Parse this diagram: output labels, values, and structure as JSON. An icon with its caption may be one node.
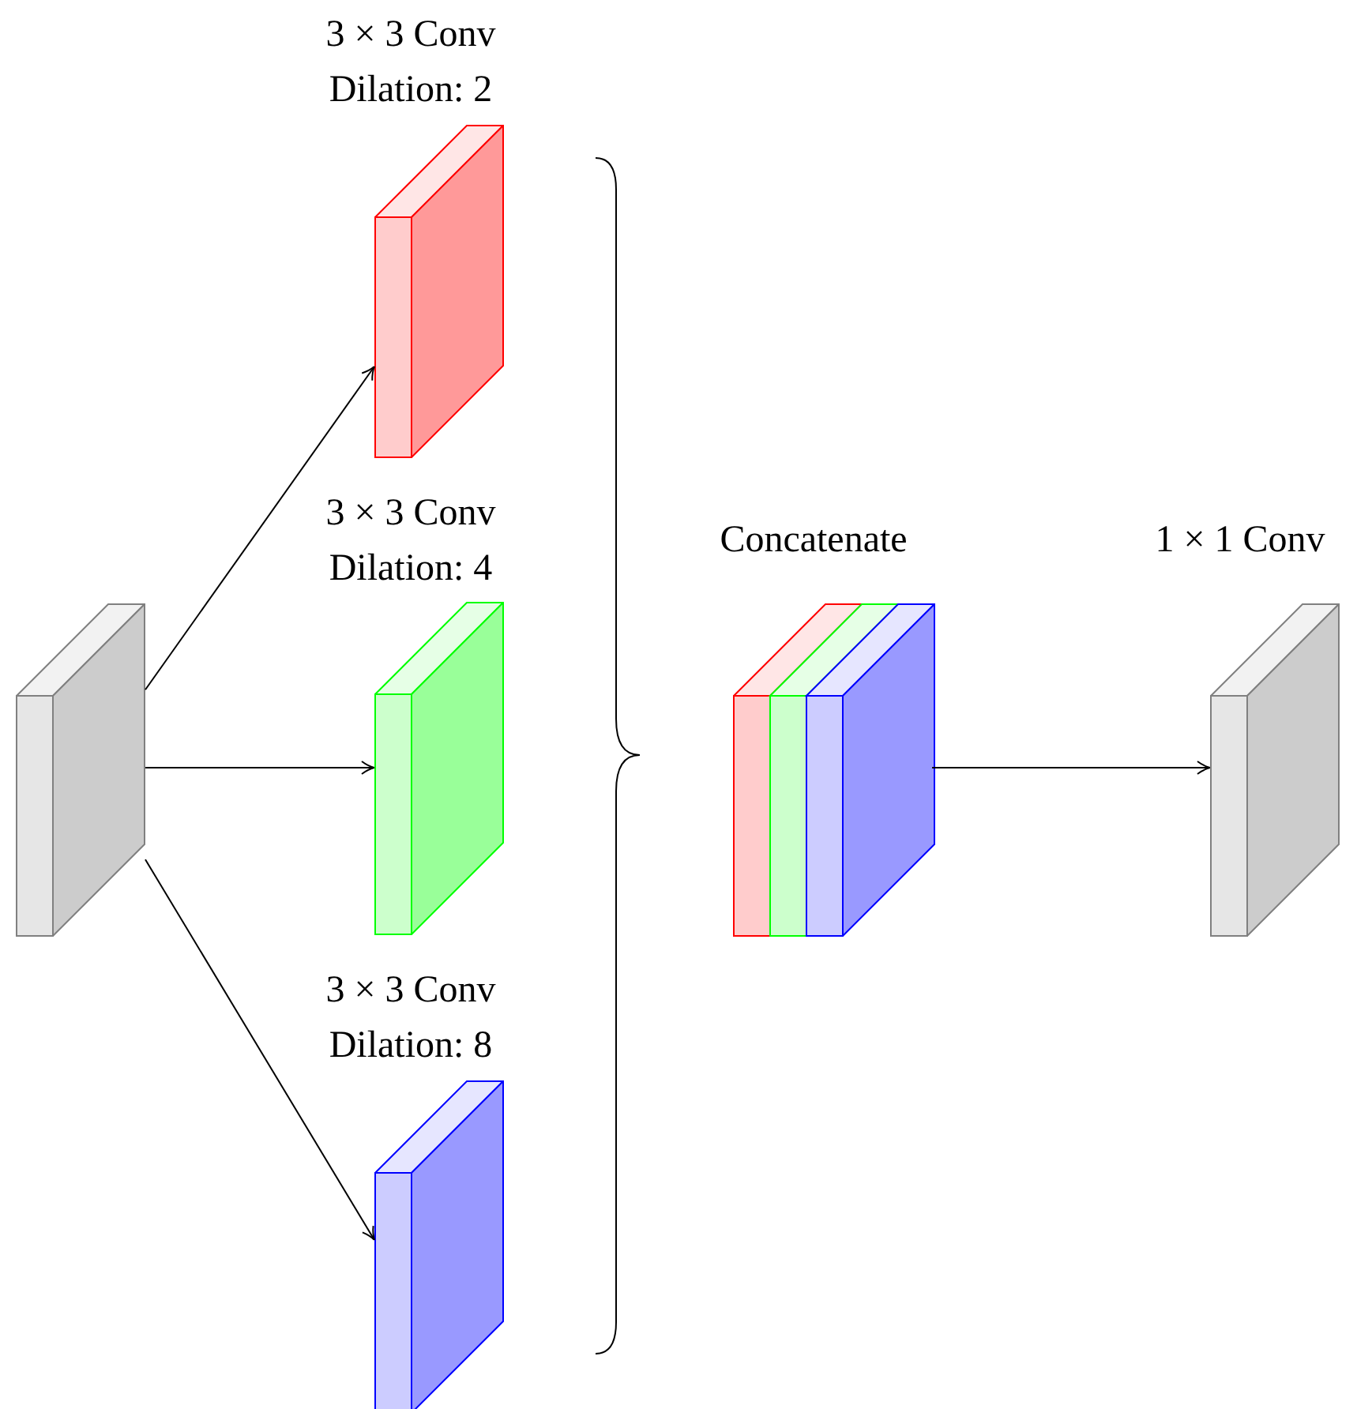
{
  "diagram": {
    "nodes": [
      {
        "text": [],
        "shape": "box"
      },
      {
        "text": [
          "3 × 3 Conv Dilation: 2"
        ]
      },
      {
        "text": [
          "3 × 3 Conv Dilation: 4"
        ]
      },
      {
        "text": [
          "3 × 3 Conv Dilation: 8"
        ]
      },
      {
        "text": [
          "Concatenate"
        ]
      },
      {
        "text": [
          "1 × 1 Conv"
        ]
      }
    ],
    "edges": [
      {
        "from": 0,
        "to": 1,
        "arrow": "to"
      },
      {
        "from": 0,
        "to": 2,
        "arrow": "to"
      },
      {
        "from": 0,
        "to": 3,
        "arrow": "to"
      },
      {
        "from": 4,
        "to": 5,
        "arrow": "to"
      }
    ]
  }
}
